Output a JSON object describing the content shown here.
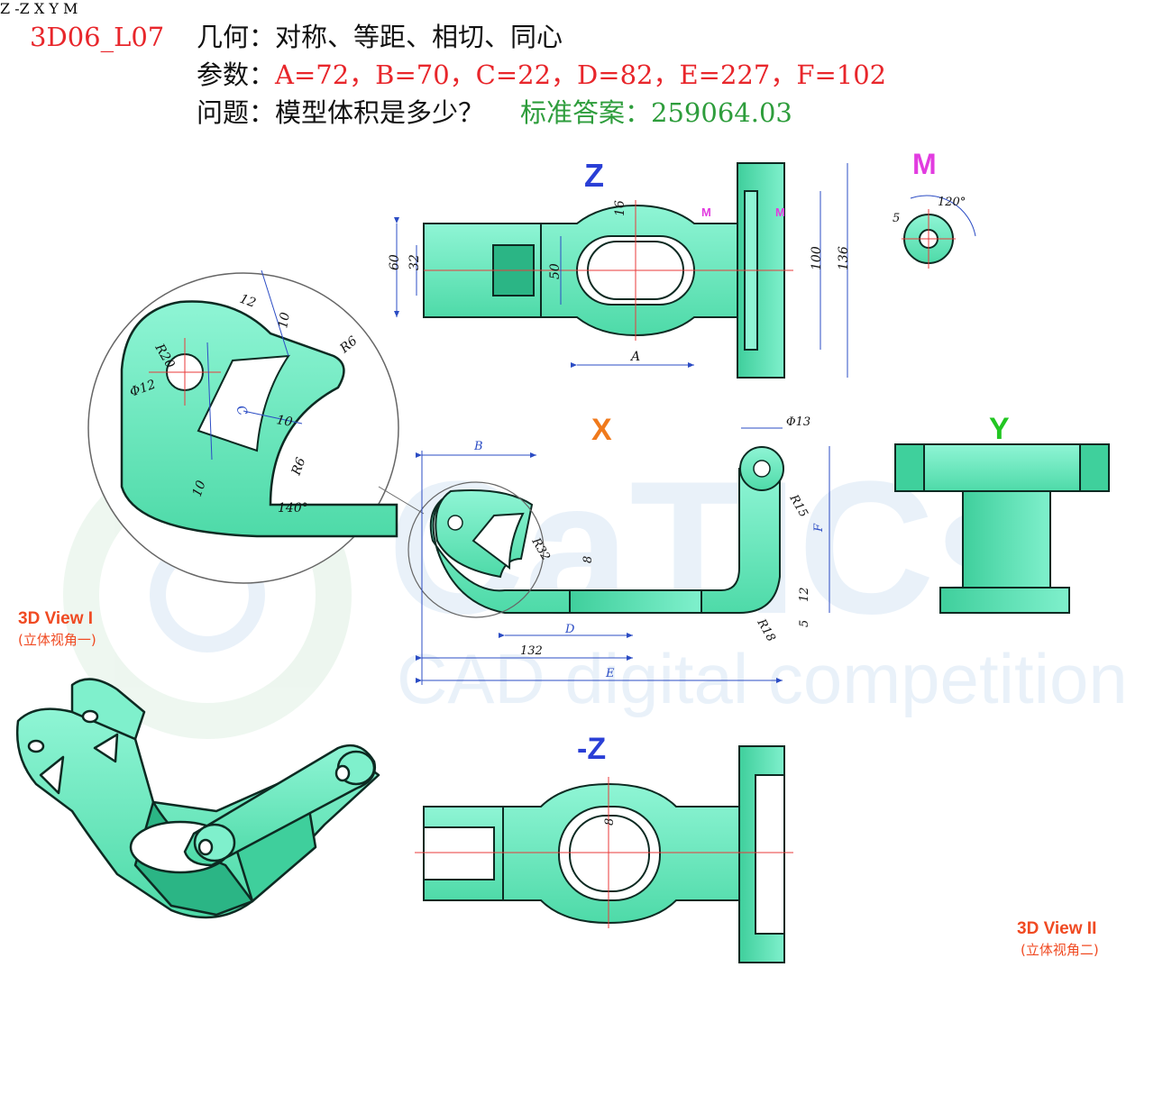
{
  "header": {
    "code": "3D06_L07",
    "geometry_label": "几何：",
    "geometry_value": "对称、等距、相切、同心",
    "params_label": "参数：",
    "params_value": "A=72，B=70，C=22，D=82，E=227，F=102",
    "question_label": "问题：",
    "question_value": "模型体积是多少？",
    "answer": "标准答案：259064.03"
  },
  "watermark": {
    "brand": "CaTICs",
    "tagline": "CAD digital competition"
  },
  "views": {
    "z": "Z",
    "m": "M",
    "x": "X",
    "y": "Y",
    "neg_z": "-Z",
    "view1_title": "3D View I",
    "view1_sub": "(立体视角一)",
    "view2_title": "3D View II",
    "view2_sub": "(立体视角二)"
  },
  "arrows": {
    "z_top": "Z",
    "neg_z": "-Z",
    "x": "X",
    "y": "Y",
    "m": "M"
  },
  "dims": {
    "z_view": {
      "d60": "60",
      "d32": "32",
      "d16": "16",
      "d50": "50",
      "dA": "A",
      "d100": "100",
      "d136": "136",
      "mm1": "M",
      "mm2": "M"
    },
    "m_view": {
      "d120": "120°",
      "d5": "5"
    },
    "detail": {
      "d12": "12",
      "d10a": "10",
      "r6a": "R6",
      "r20": "R20",
      "phi12": "Φ12",
      "dC": "C",
      "d10b": "10",
      "r6b": "R6",
      "d10c": "10",
      "d140": "140°"
    },
    "x_view": {
      "dB": "B",
      "phi13": "Φ13",
      "r15": "R15",
      "dF": "F",
      "r32": "R32",
      "d8": "8",
      "d12": "12",
      "dD": "D",
      "r18": "R18",
      "d5": "5",
      "d132": "132",
      "dE": "E"
    },
    "neg_z_view": {
      "d8": "8"
    }
  },
  "colors": {
    "part": "#5fe9b9",
    "part_light": "#8ff5d5",
    "edge": "#0d2a22",
    "center": "#e83a3a",
    "dim": "#2b4cc4",
    "red": "#e8262b",
    "green": "#2e9d3c"
  }
}
